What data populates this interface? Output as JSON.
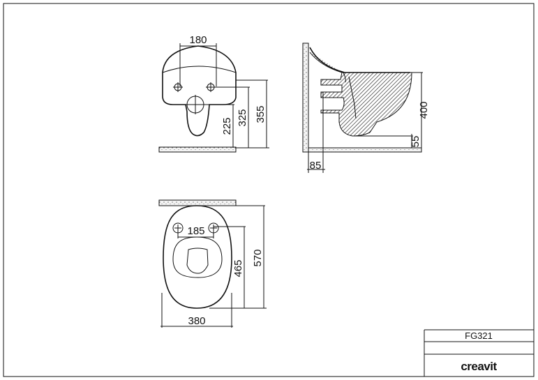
{
  "front_view": {
    "dims": {
      "width_holes": "180",
      "h225": "225",
      "h325": "325",
      "h355": "355"
    }
  },
  "side_view": {
    "dims": {
      "h400": "400",
      "h55": "55",
      "w85": "85"
    }
  },
  "top_view": {
    "dims": {
      "holes": "185",
      "width": "380",
      "l465": "465",
      "l570": "570"
    }
  },
  "title_block": {
    "model": "FG321",
    "blank": "",
    "brand": "creavit"
  }
}
